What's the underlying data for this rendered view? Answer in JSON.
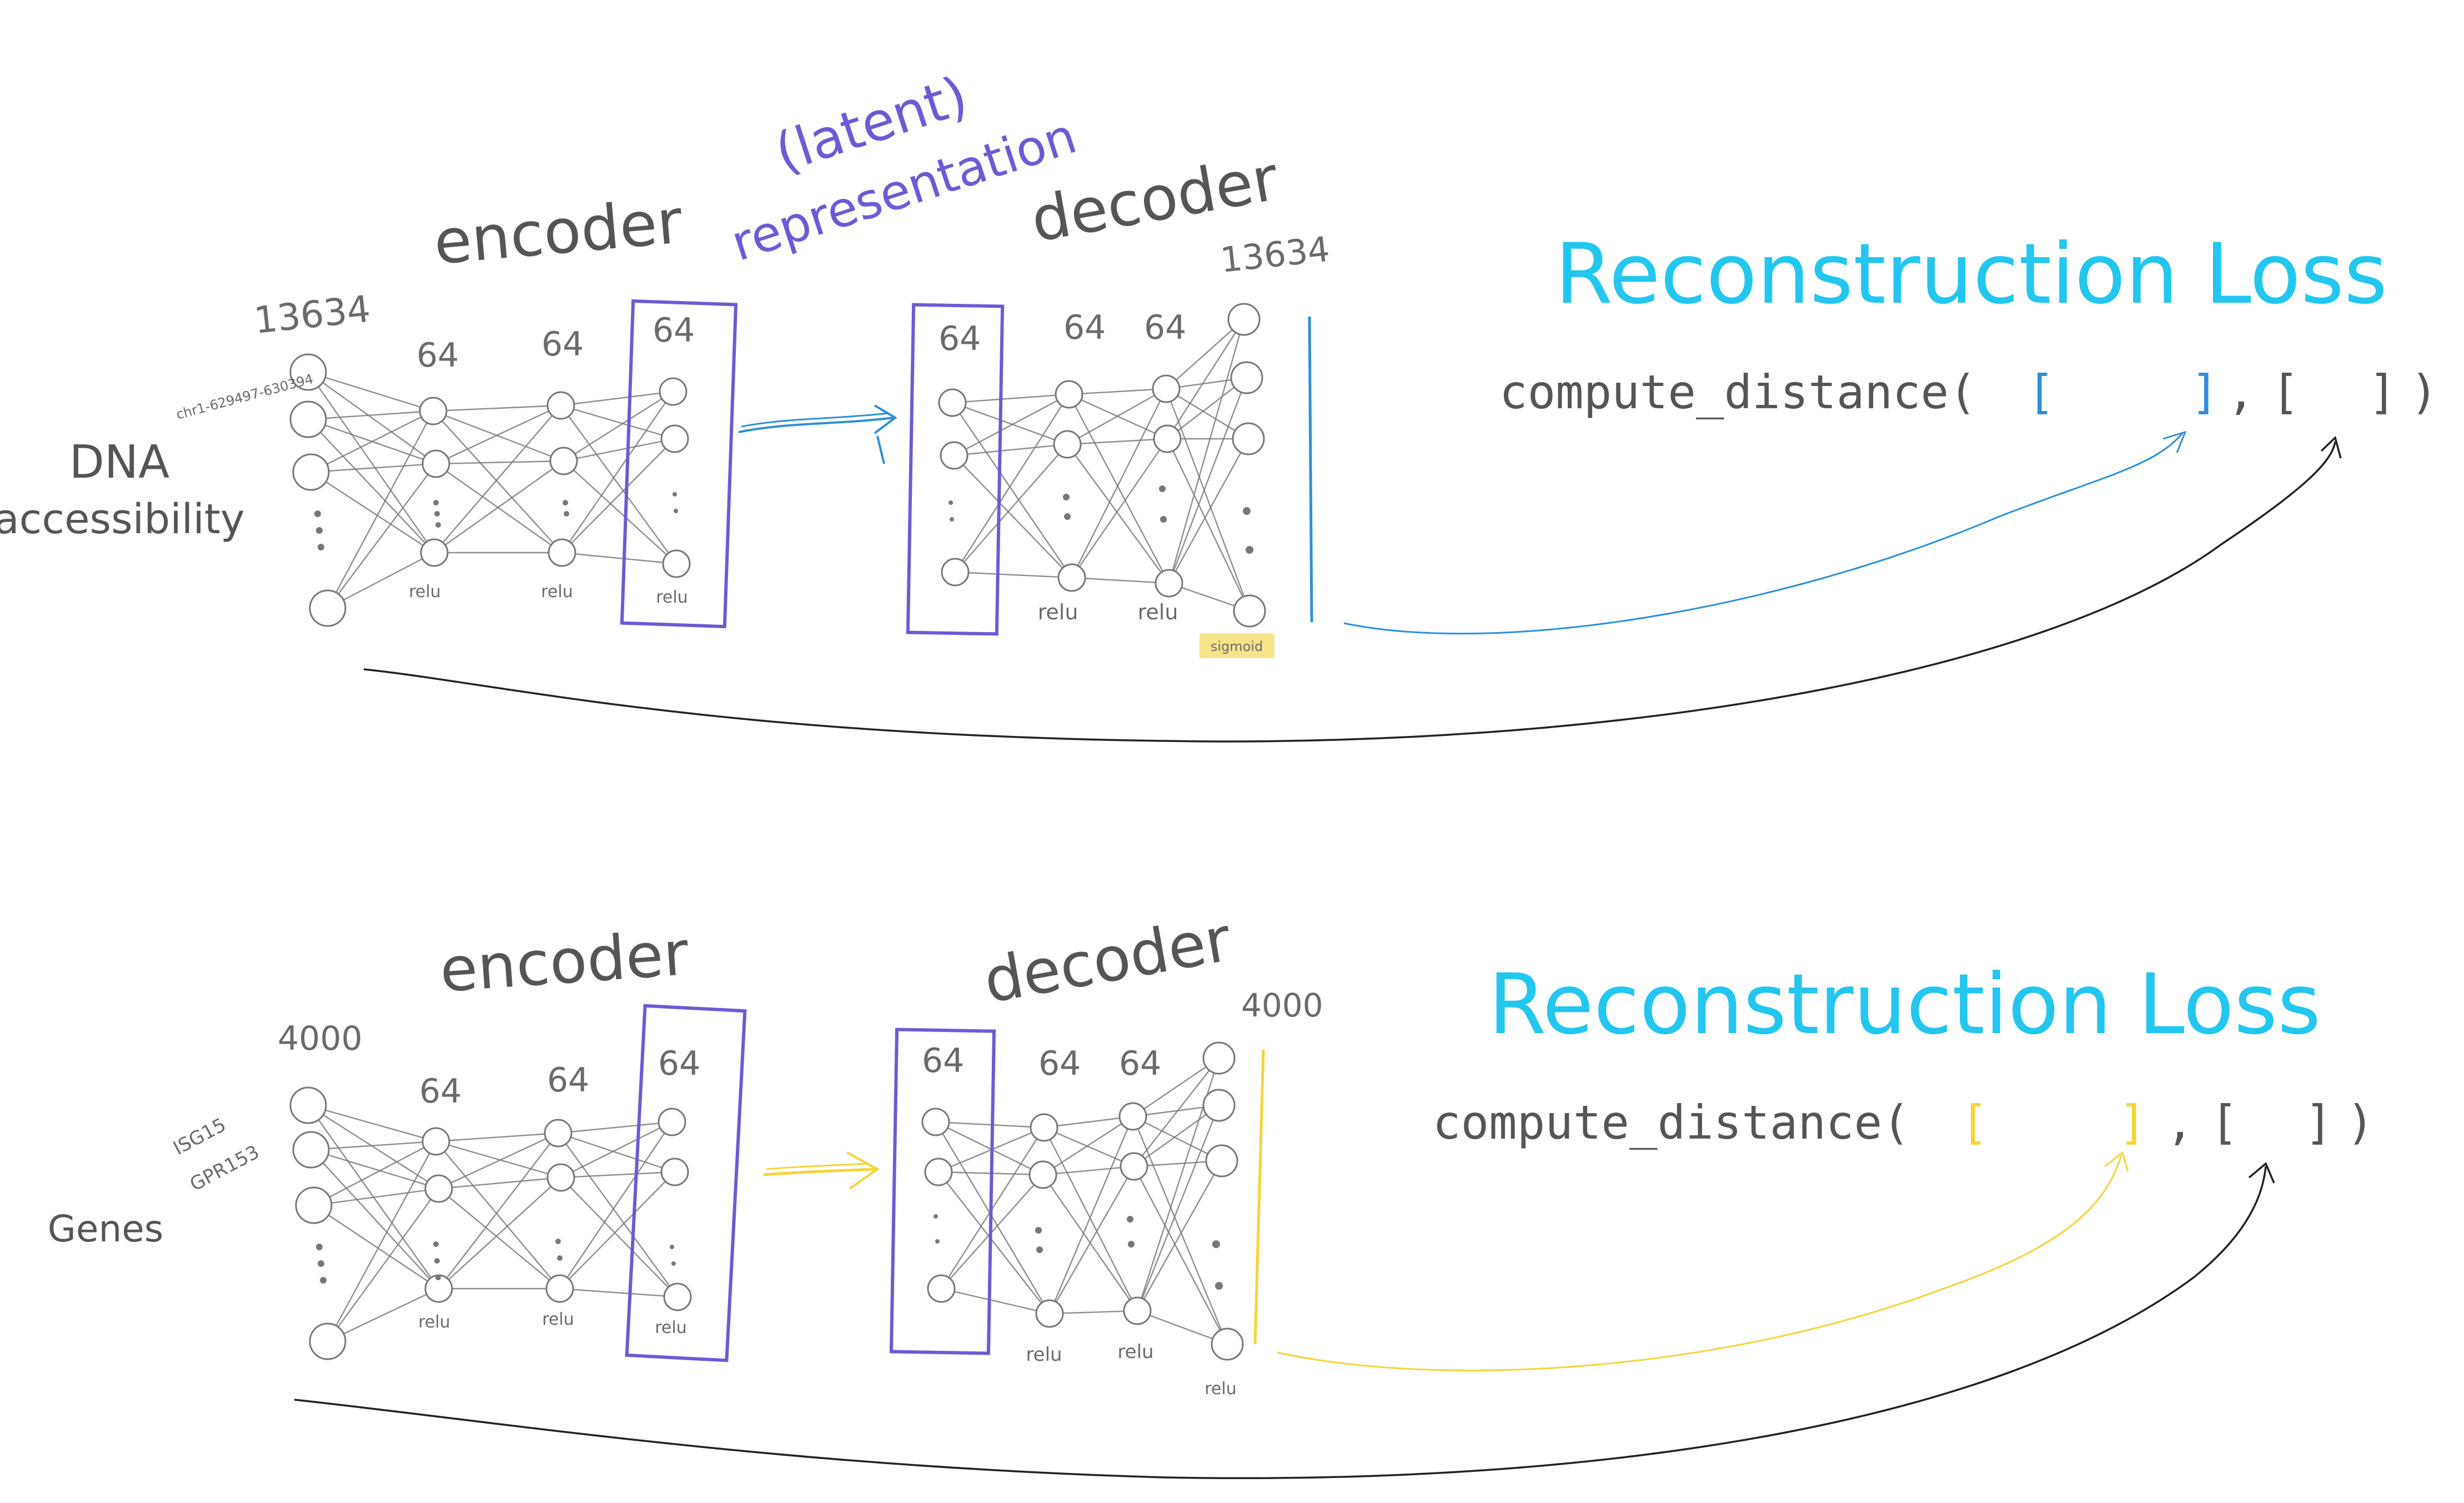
{
  "colors": {
    "ink": "#555555",
    "latent_box": "#6b5bd6",
    "loss_title": "#22c6ef",
    "top_output": "#2f8fd8",
    "bottom_output": "#f5d43a",
    "sigmoid_tag": "#f7e48a",
    "return_curve": "#222222"
  },
  "top_panel": {
    "input_label_line1": "DNA",
    "input_label_line2": "accessibility",
    "feature_note": "chr1-629497-630394",
    "encoder_title": "encoder",
    "decoder_title": "decoder",
    "latent_label_line1": "(latent)",
    "latent_label_line2": "representation",
    "input_size": "13634",
    "output_size": "13634",
    "enc_layer1_size": "64",
    "enc_layer2_size": "64",
    "latent_size": "64",
    "dec_latent_size": "64",
    "dec_layer1_size": "64",
    "dec_layer2_size": "64",
    "enc_act1": "relu",
    "enc_act2": "relu",
    "latent_act": "relu",
    "dec_act1": "relu",
    "dec_act2": "relu",
    "output_act": "sigmoid",
    "loss_title": "Reconstruction Loss",
    "loss_func": "compute_distance(",
    "bracket_open": "[",
    "bracket_close": "]",
    "comma": ",",
    "paren_close": ")"
  },
  "bottom_panel": {
    "input_label": "Genes",
    "feature_note_1": "ISG15",
    "feature_note_2": "GPR153",
    "encoder_title": "encoder",
    "decoder_title": "decoder",
    "input_size": "4000",
    "output_size": "4000",
    "enc_layer1_size": "64",
    "enc_layer2_size": "64",
    "latent_size": "64",
    "dec_latent_size": "64",
    "dec_layer1_size": "64",
    "dec_layer2_size": "64",
    "enc_act1": "relu",
    "enc_act2": "relu",
    "latent_act": "relu",
    "dec_act1": "relu",
    "dec_act2": "relu",
    "output_act": "relu",
    "loss_title": "Reconstruction Loss",
    "loss_func": "compute_distance(",
    "bracket_open": "[",
    "bracket_close": "]",
    "comma": ",",
    "paren_close": ")"
  }
}
